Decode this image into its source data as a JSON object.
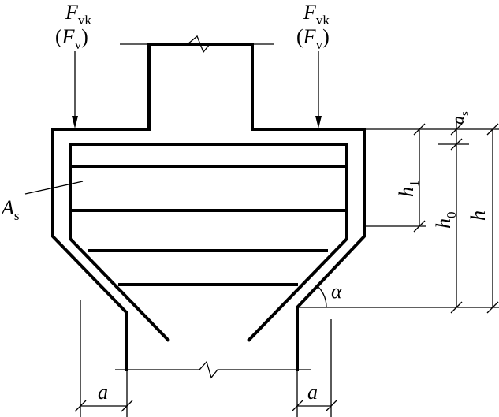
{
  "labels": {
    "load_left_main": "F",
    "load_left_sub": "vk",
    "load_left_alt_main": "F",
    "load_left_alt_sub": "v",
    "load_right_main": "F",
    "load_right_sub": "vk",
    "load_right_alt_main": "F",
    "load_right_alt_sub": "v",
    "paren_open": "(",
    "paren_close": ")",
    "steel_main": "A",
    "steel_sub": "s",
    "cover_main": "a",
    "cover_sub": "s",
    "h1_main": "h",
    "h1_sub": "1",
    "h0_main": "h",
    "h0_sub": "0",
    "h_total": "h",
    "angle": "α",
    "a_left": "a",
    "a_right": "a"
  }
}
